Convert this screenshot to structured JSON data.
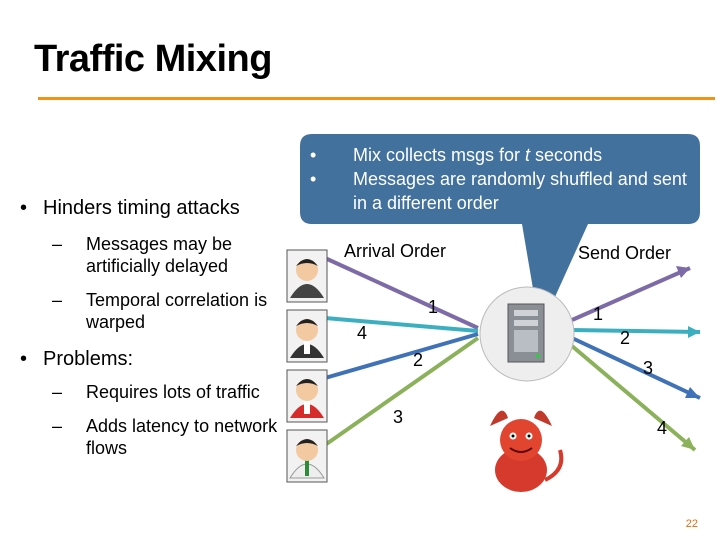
{
  "title": "Traffic Mixing",
  "colors": {
    "accent": "#F39217",
    "callout": "#41719C",
    "arrow_purple": "#7D6BA8",
    "arrow_teal": "#3BAFC0",
    "arrow_blue": "#3F72B7",
    "arrow_green": "#8BB25A",
    "pagenum": "#E46C0A"
  },
  "bullets": [
    {
      "text": "Hinders timing attacks",
      "sub": [
        "Messages may be artificially delayed",
        "Temporal correlation is warped"
      ]
    },
    {
      "text": "Problems:",
      "sub": [
        "Requires lots of traffic",
        "Adds latency to network flows"
      ]
    }
  ],
  "callout": {
    "items": [
      "Mix collects msgs for t seconds",
      "Messages are randomly shuffled and sent in a different order"
    ]
  },
  "diagram": {
    "arrival_label": "Arrival Order",
    "send_label": "Send Order",
    "arrival_numbers": [
      "1",
      "4",
      "2",
      "3"
    ],
    "send_numbers": [
      "1",
      "2",
      "3",
      "4"
    ],
    "icons": [
      "user-icon",
      "user-icon",
      "user-icon",
      "user-icon",
      "server-icon",
      "devil-icon"
    ]
  },
  "page_number": "22"
}
